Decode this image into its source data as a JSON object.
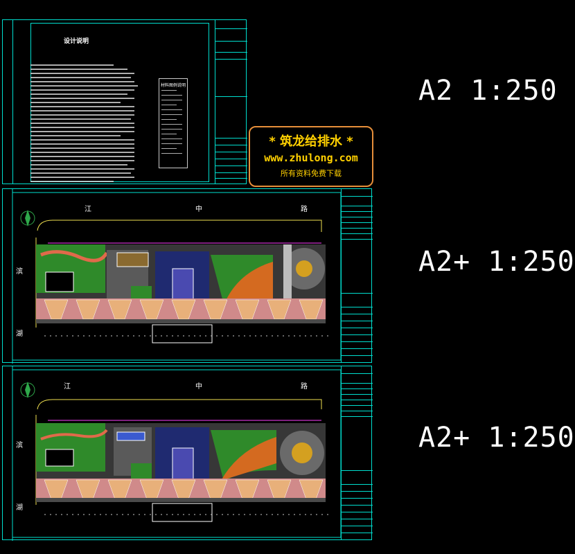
{
  "sheets": {
    "notes": {
      "title": "设计说明",
      "legend_title": "材料图例说明"
    },
    "plan_a": {
      "road_top": [
        "江",
        "中",
        "路"
      ],
      "road_left": [
        "滨",
        "湖"
      ]
    },
    "plan_b": {
      "road_top": [
        "江",
        "中",
        "路"
      ],
      "road_left": [
        "滨",
        "湖"
      ]
    }
  },
  "watermark": {
    "title": "* 筑龙给排水 *",
    "url": "www.zhulong.com",
    "slogan": "所有资料免费下载"
  },
  "scales": [
    "A2 1:250",
    "A2+ 1:250",
    "A2+ 1:250"
  ],
  "colors": {
    "frame": "#00e0d0",
    "watermark": "#ffd000",
    "watermark_border": "#e78f3a"
  }
}
